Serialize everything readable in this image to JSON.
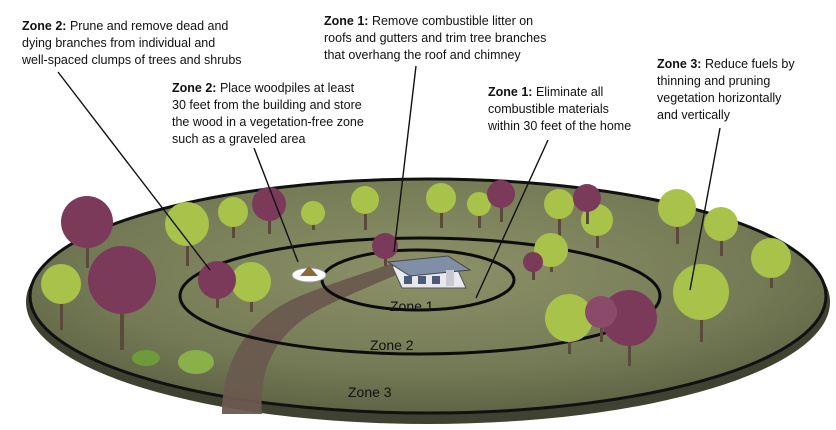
{
  "callouts": [
    {
      "id": "zone2-prune",
      "title": "Zone 2:",
      "lines": [
        "Prune and remove dead and",
        "dying branches from individual and",
        "well-spaced clumps of trees and shrubs"
      ]
    },
    {
      "id": "zone1-litter",
      "title": "Zone 1:",
      "lines": [
        "Remove combustible litter on",
        "roofs and gutters and trim tree branches",
        "that overhang the roof and chimney"
      ]
    },
    {
      "id": "zone2-woodpiles",
      "title": "Zone 2:",
      "lines": [
        "Place woodpiles at least",
        "30 feet from the building and store",
        "the wood in a vegetation-free zone",
        "such as a graveled area"
      ]
    },
    {
      "id": "zone1-eliminate",
      "title": "Zone 1:",
      "lines": [
        "Eliminate all",
        "combustible materials",
        "within 30 feet of the home"
      ]
    },
    {
      "id": "zone3-fuels",
      "title": "Zone 3:",
      "lines": [
        "Reduce fuels by",
        "thinning  and pruning",
        "vegetation horizontally",
        "and vertically"
      ]
    }
  ],
  "zones": {
    "zone1": "Zone 1",
    "zone2": "Zone 2",
    "zone3": "Zone 3"
  },
  "colors": {
    "ground": "#6f7552",
    "ground_light": "#8a8f6a",
    "ring_stroke": "#0c0c0c",
    "path": "#6a5a4f",
    "tree_green": "#a9c24a",
    "tree_green_dark": "#7f9a2e",
    "tree_purple": "#7b3a5a",
    "tree_purple_dark": "#5e2a45",
    "trunk": "#5a4a3a",
    "leader": "#111111"
  }
}
